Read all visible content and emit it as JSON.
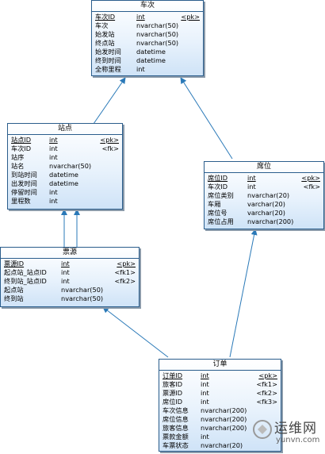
{
  "entities": {
    "trip": {
      "title": "车次",
      "rows": [
        {
          "name": "车次ID",
          "type": "int",
          "key": "<pk>",
          "pk": true
        },
        {
          "name": "车次",
          "type": "nvarchar(50)",
          "key": ""
        },
        {
          "name": "始发站",
          "type": "nvarchar(50)",
          "key": ""
        },
        {
          "name": "终点站",
          "type": "nvarchar(50)",
          "key": ""
        },
        {
          "name": "始发时间",
          "type": "datetime",
          "key": ""
        },
        {
          "name": "终到时间",
          "type": "datetime",
          "key": ""
        },
        {
          "name": "全称里程",
          "type": "int",
          "key": ""
        }
      ]
    },
    "station": {
      "title": "站点",
      "rows": [
        {
          "name": "站点ID",
          "type": "int",
          "key": "<pk>",
          "pk": true
        },
        {
          "name": "车次ID",
          "type": "int",
          "key": "<fk>"
        },
        {
          "name": "站序",
          "type": "int",
          "key": ""
        },
        {
          "name": "站名",
          "type": "nvarchar(50)",
          "key": ""
        },
        {
          "name": "到站时间",
          "type": "datetime",
          "key": ""
        },
        {
          "name": "出发时间",
          "type": "datetime",
          "key": ""
        },
        {
          "name": "停留时间",
          "type": "int",
          "key": ""
        },
        {
          "name": "里程数",
          "type": "int",
          "key": ""
        }
      ]
    },
    "seat": {
      "title": "席位",
      "rows": [
        {
          "name": "席位ID",
          "type": "int",
          "key": "<pk>",
          "pk": true
        },
        {
          "name": "车次ID",
          "type": "int",
          "key": "<fk>"
        },
        {
          "name": "席位类别",
          "type": "nvarchar(20)",
          "key": ""
        },
        {
          "name": "车厢",
          "type": "varchar(20)",
          "key": ""
        },
        {
          "name": "席位号",
          "type": "varchar(20)",
          "key": ""
        },
        {
          "name": "席位占用",
          "type": "nvarchar(200)",
          "key": ""
        }
      ]
    },
    "ticket_source": {
      "title": "票源",
      "rows": [
        {
          "name": "票源ID",
          "type": "int",
          "key": "<pk>",
          "pk": true
        },
        {
          "name": "起点站_站点ID",
          "type": "int",
          "key": "<fk1>"
        },
        {
          "name": "终到站_站点ID",
          "type": "int",
          "key": "<fk2>"
        },
        {
          "name": "起点站",
          "type": "nvarchar(50)",
          "key": ""
        },
        {
          "name": "终到站",
          "type": "nvarchar(50)",
          "key": ""
        }
      ]
    },
    "order": {
      "title": "订单",
      "rows": [
        {
          "name": "订单ID",
          "type": "int",
          "key": "<pk>",
          "pk": true
        },
        {
          "name": "旅客ID",
          "type": "int",
          "key": "<fk1>"
        },
        {
          "name": "票源ID",
          "type": "int",
          "key": "<fk2>"
        },
        {
          "name": "席位ID",
          "type": "int",
          "key": "<fk3>"
        },
        {
          "name": "车次信息",
          "type": "nvarchar(200)",
          "key": ""
        },
        {
          "name": "席位信息",
          "type": "nvarchar(200)",
          "key": ""
        },
        {
          "name": "旅客信息",
          "type": "nvarchar(200)",
          "key": ""
        },
        {
          "name": "票款金额",
          "type": "int",
          "key": ""
        },
        {
          "name": "车票状态",
          "type": "nvarchar(20)",
          "key": ""
        }
      ]
    }
  },
  "colors": {
    "border": "#2a5d8c",
    "connector": "#2a79b8"
  },
  "watermark": {
    "cn": "运维网",
    "en": "yunvn.com"
  }
}
